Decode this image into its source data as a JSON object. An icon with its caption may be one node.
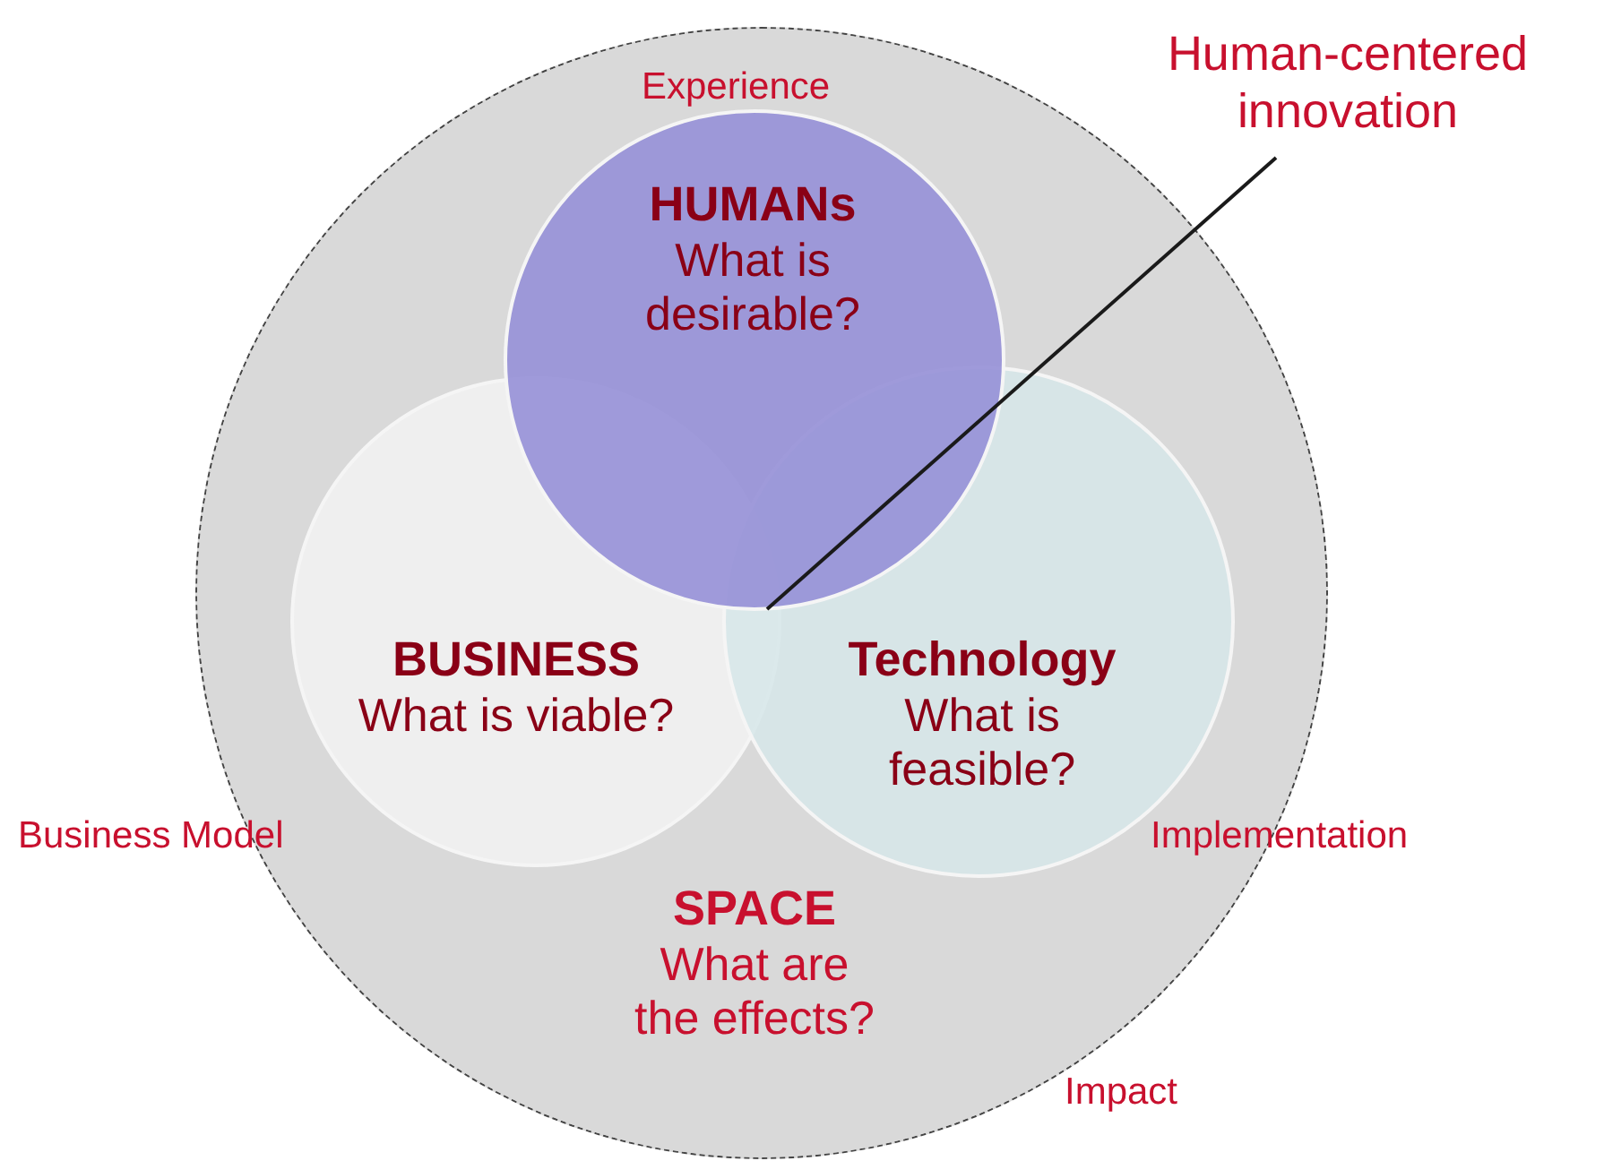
{
  "diagram": {
    "nodes": [
      {
        "text": [
          "SPACE",
          "What are the effects?"
        ]
      },
      {
        "text": [
          "HUMANs",
          "What is desirable?"
        ],
        "in": 0
      },
      {
        "text": [
          "BUSINESS",
          "What is viable?"
        ],
        "in": 0
      },
      {
        "text": [
          "Technology",
          "What is feasible?"
        ],
        "in": 0
      },
      {
        "text": [
          "Human-centered innovation"
        ]
      }
    ],
    "edges": [
      {
        "from": 4,
        "to": 1,
        "arrow": "none"
      }
    ],
    "labels": [
      "Experience",
      "Business Model",
      "Implementation",
      "Impact"
    ]
  }
}
